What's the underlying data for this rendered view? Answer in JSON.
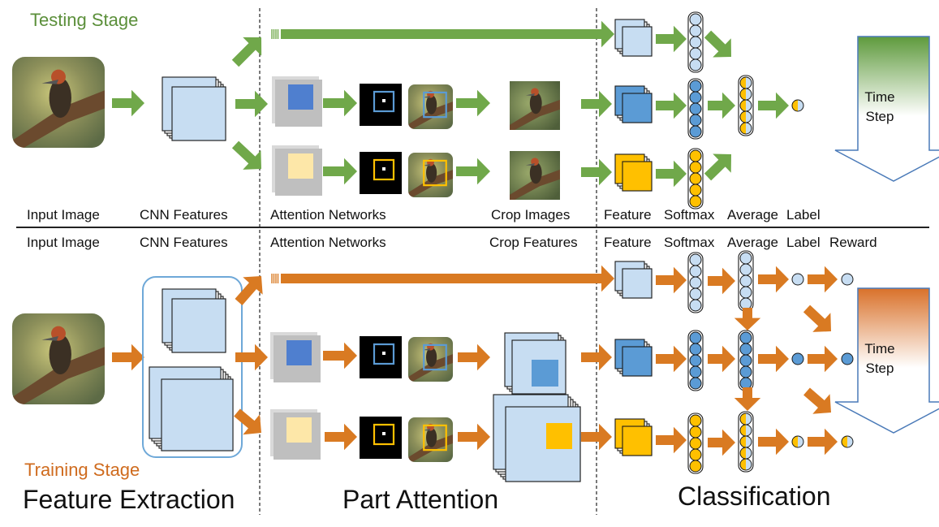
{
  "testing_stage": {
    "title": "Testing Stage",
    "labels": {
      "input_image": "Input Image",
      "cnn_features": "CNN Features",
      "attention_networks": "Attention Networks",
      "crop_images": "Crop Images",
      "feature": "Feature",
      "softmax": "Softmax",
      "average": "Average",
      "label": "Label"
    },
    "time_step": [
      "Time",
      "Step"
    ]
  },
  "training_stage": {
    "title": "Training Stage",
    "labels": {
      "input_image": "Input Image",
      "cnn_features": "CNN Features",
      "attention_networks": "Attention Networks",
      "crop_features": "Crop Features",
      "feature": "Feature",
      "softmax": "Softmax",
      "average": "Average",
      "label": "Label",
      "reward": "Reward"
    },
    "time_step": [
      "Time",
      "Step"
    ]
  },
  "sections": {
    "feature_extraction": "Feature Extraction",
    "part_attention": "Part Attention",
    "classification": "Classification"
  },
  "colors": {
    "testing_green": "#5b8f3a",
    "arrow_green": "#70a84a",
    "training_orange": "#cf6b1e",
    "arrow_orange": "#d97a22",
    "light_blue": "#c7ddf2",
    "mid_blue": "#5b9bd5",
    "dark_blue": "#4f7fcf",
    "yellow": "#ffc000",
    "pale_yellow": "#fde7a8",
    "grey": "#bfbfbf",
    "frame_blue": "#6ea8d8"
  },
  "icons": [
    "bird-photo",
    "feature-map-stack",
    "attention-mask",
    "softmax-column",
    "average-column",
    "label-node",
    "time-step-arrow"
  ]
}
